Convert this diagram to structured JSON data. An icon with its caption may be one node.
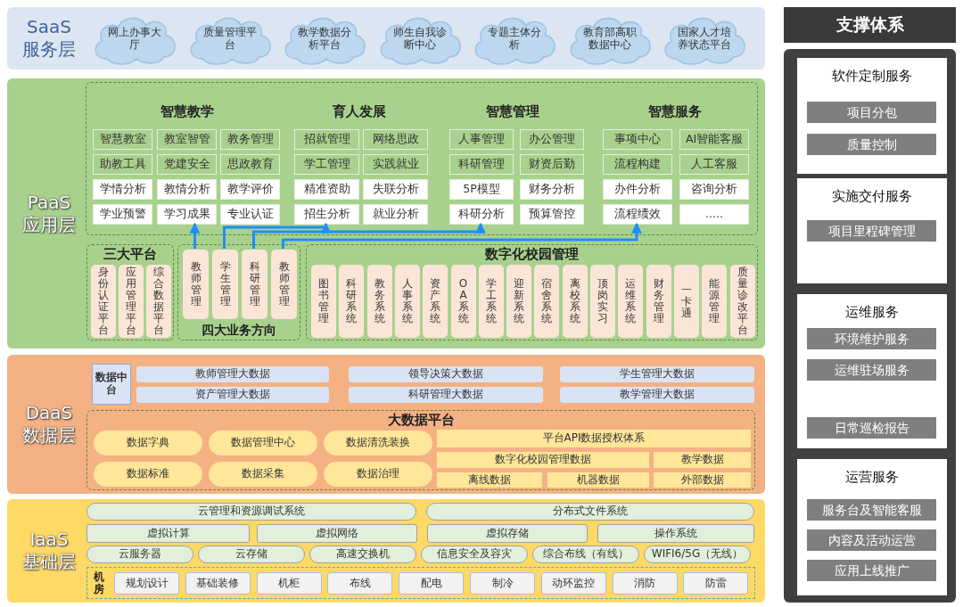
{
  "diagram": {
    "nodes": [
      {
        "text": [
          "SaaS 服务层"
        ]
      },
      {
        "text": [
          "网上办事大厅"
        ],
        "in": 0
      },
      {
        "text": [
          "质量管理平台"
        ],
        "in": 0
      },
      {
        "text": [
          "教学数据分析平台"
        ],
        "in": 0
      },
      {
        "text": [
          "师生自我诊断中心"
        ],
        "in": 0
      },
      {
        "text": [
          "专题主体分析"
        ],
        "in": 0
      },
      {
        "text": [
          "教育部高职数据中心"
        ],
        "in": 0
      },
      {
        "text": [
          "国家人才培养状态平台"
        ],
        "in": 0
      },
      {
        "text": [
          "PaaS 应用层"
        ]
      },
      {
        "text": [],
        "shape": "box",
        "in": 8
      },
      {
        "text": [
          "智慧教室"
        ],
        "in": 9
      },
      {
        "text": [
          "教室智管"
        ],
        "in": 9
      },
      {
        "text": [
          "教务管理"
        ],
        "in": 9
      },
      {
        "text": [
          "助教工具"
        ],
        "in": 9
      },
      {
        "text": [
          "党建安全"
        ],
        "in": 9
      },
      {
        "text": [
          "思政教育"
        ],
        "in": 9
      },
      {
        "text": [
          "学情分析"
        ],
        "in": 9
      },
      {
        "text": [
          "教情分析"
        ],
        "in": 9
      },
      {
        "text": [
          "教学评价"
        ],
        "in": 9
      },
      {
        "text": [
          "学业预警"
        ],
        "in": 9
      },
      {
        "text": [
          "学习成果"
        ],
        "in": 9
      },
      {
        "text": [
          "专业认证"
        ],
        "in": 9
      },
      {
        "text": [
          "招就管理"
        ],
        "in": 9
      },
      {
        "text": [
          "网络思政"
        ],
        "in": 9
      },
      {
        "text": [
          "学工管理"
        ],
        "in": 9
      },
      {
        "text": [
          "实践就业"
        ],
        "in": 9
      },
      {
        "text": [
          "精准资助"
        ],
        "in": 9
      },
      {
        "text": [
          "失联分析"
        ],
        "in": 9
      },
      {
        "text": [
          "招生分析"
        ],
        "in": 9
      },
      {
        "text": [
          "就业分析"
        ],
        "in": 9
      },
      {
        "text": [
          "人事管理"
        ],
        "in": 9
      },
      {
        "text": [
          "办公管理"
        ],
        "in": 9
      },
      {
        "text": [
          "科研管理"
        ],
        "in": 9
      },
      {
        "text": [
          "财资后勤"
        ],
        "in": 9
      },
      {
        "text": [
          "5P模型"
        ],
        "in": 9
      },
      {
        "text": [
          "财务分析"
        ],
        "in": 9
      },
      {
        "text": [
          "科研分析"
        ],
        "in": 9
      },
      {
        "text": [
          "预算管控"
        ],
        "in": 9
      },
      {
        "text": [
          "事项中心"
        ],
        "in": 9
      },
      {
        "text": [
          "AI智能客服"
        ],
        "in": 9
      },
      {
        "text": [
          "流程构建"
        ],
        "in": 9
      },
      {
        "text": [
          "人工客服"
        ],
        "in": 9
      },
      {
        "text": [
          "办件分析"
        ],
        "in": 9
      },
      {
        "text": [
          "咨询分析"
        ],
        "in": 9
      },
      {
        "text": [
          "流程绩效"
        ],
        "in": 9
      },
      {
        "text": [
          "....."
        ],
        "in": 9
      },
      {
        "text": [
          "三大平台"
        ],
        "in": 8
      },
      {
        "text": [
          "身份认证平台"
        ],
        "in": 46
      },
      {
        "text": [
          "应用管理平台"
        ],
        "in": 46
      },
      {
        "text": [
          "综合数据平台"
        ],
        "in": 46
      },
      {
        "text": [
          "四大业务方向"
        ],
        "in": 8
      },
      {
        "text": [
          "教师管理"
        ],
        "in": 50
      },
      {
        "text": [
          "学生管理"
        ],
        "in": 50
      },
      {
        "text": [
          "科研管理"
        ],
        "in": 50
      },
      {
        "text": [
          "教师管理"
        ],
        "in": 50
      },
      {
        "text": [
          "数字化校园管理"
        ],
        "in": 8
      },
      {
        "text": [
          "图书管理"
        ],
        "in": 55
      },
      {
        "text": [
          "科研系统"
        ],
        "in": 55
      },
      {
        "text": [
          "教务系统"
        ],
        "in": 55
      },
      {
        "text": [
          "人事系统"
        ],
        "in": 55
      },
      {
        "text": [
          "资产系统"
        ],
        "in": 55
      },
      {
        "text": [
          "OA系统"
        ],
        "in": 55
      },
      {
        "text": [
          "学工系统"
        ],
        "in": 55
      },
      {
        "text": [
          "迎新系统"
        ],
        "in": 55
      },
      {
        "text": [
          "宿舍系统"
        ],
        "in": 55
      },
      {
        "text": [
          "离校系统"
        ],
        "in": 55
      },
      {
        "text": [
          "顶岗实习"
        ],
        "in": 55
      },
      {
        "text": [
          "运维系统"
        ],
        "in": 55
      },
      {
        "text": [
          "财务管理"
        ],
        "in": 55
      },
      {
        "text": [
          "一卡通"
        ],
        "in": 55
      },
      {
        "text": [
          "能源管理"
        ],
        "in": 55
      },
      {
        "text": [
          "质量诊改平台"
        ],
        "in": 55
      },
      {
        "text": [
          "DaaS 数据层"
        ]
      },
      {
        "text": [
          "数据中台"
        ],
        "in": 72
      },
      {
        "text": [
          "教师管理大数据"
        ],
        "in": 72
      },
      {
        "text": [
          "领导决策大数据"
        ],
        "in": 72
      },
      {
        "text": [
          "学生管理大数据"
        ],
        "in": 72
      },
      {
        "text": [
          "资产管理大数据"
        ],
        "in": 72
      },
      {
        "text": [
          "科研管理大数据"
        ],
        "in": 72
      },
      {
        "text": [
          "教学管理大数据"
        ],
        "in": 72
      },
      {
        "text": [
          "大数据平台"
        ],
        "in": 72
      },
      {
        "text": [
          "数据字典"
        ],
        "in": 80
      },
      {
        "text": [
          "数据管理中心"
        ],
        "in": 80
      },
      {
        "text": [
          "数据清洗装换"
        ],
        "in": 80
      },
      {
        "text": [
          "数据标准"
        ],
        "in": 80
      },
      {
        "text": [
          "数据采集"
        ],
        "in": 80
      },
      {
        "text": [
          "数据治理"
        ],
        "in": 80
      },
      {
        "text": [
          "平台API数据授权体系"
        ],
        "in": 80
      },
      {
        "text": [
          "数字化校园管理数据"
        ],
        "in": 80
      },
      {
        "text": [
          "教学数据"
        ],
        "in": 80
      },
      {
        "text": [
          "离线数据"
        ],
        "in": 80
      },
      {
        "text": [
          "机器数据"
        ],
        "in": 80
      },
      {
        "text": [
          "外部数据"
        ],
        "in": 80
      },
      {
        "text": [
          "IaaS 基础层"
        ]
      },
      {
        "text": [
          "云管理和资源调试系统"
        ],
        "in": 93
      },
      {
        "text": [
          "分布式文件系统"
        ],
        "in": 93
      },
      {
        "text": [
          "虚拟计算"
        ],
        "in": 93
      },
      {
        "text": [
          "虚拟网络"
        ],
        "in": 93
      },
      {
        "text": [
          "虚拟存储"
        ],
        "in": 93
      },
      {
        "text": [
          "操作系统"
        ],
        "in": 93
      },
      {
        "text": [
          "云服务器"
        ],
        "in": 93
      },
      {
        "text": [
          "云存储"
        ],
        "in": 93
      },
      {
        "text": [
          "高速交换机"
        ],
        "in": 93
      },
      {
        "text": [
          "信息安全及容灾"
        ],
        "in": 93
      },
      {
        "text": [
          "综合布线（有线）"
        ],
        "in": 93
      },
      {
        "text": [
          "WIFI6/5G（无线）"
        ],
        "in": 93
      },
      {
        "text": [
          "机房"
        ],
        "in": 93
      },
      {
        "text": [
          "规划设计"
        ],
        "in": 106
      },
      {
        "text": [
          "基础装修"
        ],
        "in": 106
      },
      {
        "text": [
          "机柜"
        ],
        "in": 106
      },
      {
        "text": [
          "布线"
        ],
        "in": 106
      },
      {
        "text": [
          "配电"
        ],
        "in": 106
      },
      {
        "text": [
          "制冷"
        ],
        "in": 106
      },
      {
        "text": [
          "动环监控"
        ],
        "in": 106
      },
      {
        "text": [
          "消防"
        ],
        "in": 106
      },
      {
        "text": [
          "防雷"
        ],
        "in": 106
      },
      {
        "text": [
          "支撑体系"
        ]
      },
      {
        "text": [],
        "shape": "box"
      },
      {
        "text": [
          "软件定制服务"
        ],
        "in": 117
      },
      {
        "text": [
          "项目分包"
        ],
        "in": 118
      },
      {
        "text": [
          "质量控制"
        ],
        "in": 118
      },
      {
        "text": [
          "实施交付服务"
        ],
        "in": 117
      },
      {
        "text": [
          "项目里程碑管理"
        ],
        "in": 121
      },
      {
        "text": [
          "运维服务"
        ],
        "in": 117
      },
      {
        "text": [
          "环境维护服务"
        ],
        "in": 123
      },
      {
        "text": [
          "运维驻场服务"
        ],
        "in": 123
      },
      {
        "text": [
          "日常巡检报告"
        ],
        "in": 123
      },
      {
        "text": [
          "运营服务"
        ],
        "in": 117
      },
      {
        "text": [
          "服务台及智能客服"
        ],
        "in": 127
      },
      {
        "text": [
          "内容及活动运营"
        ],
        "in": 127
      },
      {
        "text": [
          "应用上线推广"
        ],
        "in": 127
      }
    ],
    "edges": [
      {
        "from": 51,
        "to": 20,
        "arrow": "to"
      },
      {
        "from": 52,
        "to": 28,
        "arrow": "to"
      },
      {
        "from": 53,
        "to": 36,
        "arrow": "to"
      },
      {
        "from": 54,
        "to": 44,
        "arrow": "to"
      }
    ],
    "labels": [
      "智慧教学",
      "育人发展",
      "智慧管理",
      "智慧服务"
    ]
  }
}
